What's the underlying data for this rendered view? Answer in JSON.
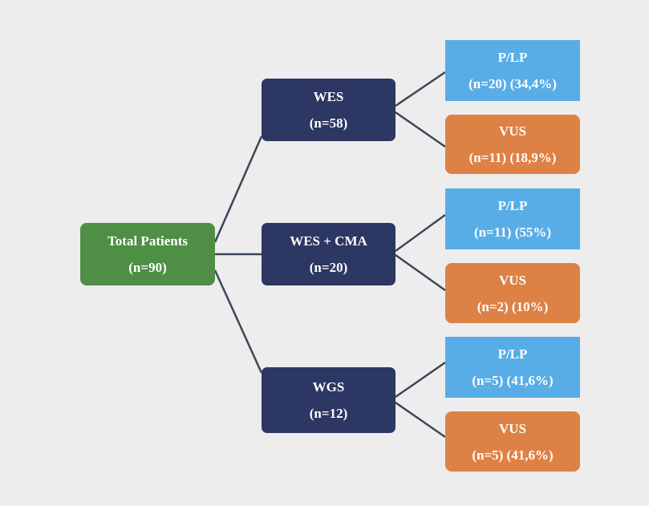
{
  "colors": {
    "background": "#ededee",
    "root": "#4e8f45",
    "method": "#2c3763",
    "plp": "#58ade6",
    "vus": "#de8145",
    "connector": "#3b4658"
  },
  "root": {
    "label": "Total Patients",
    "count": "(n=90)"
  },
  "methods": [
    {
      "label": "WES",
      "count": "(n=58)",
      "results": [
        {
          "kind": "plp",
          "label": "P/LP",
          "detail": "(n=20) (34,4%)"
        },
        {
          "kind": "vus",
          "label": "VUS",
          "detail": "(n=11) (18,9%)"
        }
      ]
    },
    {
      "label": "WES + CMA",
      "count": "(n=20)",
      "results": [
        {
          "kind": "plp",
          "label": "P/LP",
          "detail": "(n=11) (55%)"
        },
        {
          "kind": "vus",
          "label": "VUS",
          "detail": "(n=2) (10%)"
        }
      ]
    },
    {
      "label": "WGS",
      "count": "(n=12)",
      "results": [
        {
          "kind": "plp",
          "label": "P/LP",
          "detail": "(n=5) (41,6%)"
        },
        {
          "kind": "vus",
          "label": "VUS",
          "detail": "(n=5) (41,6%)"
        }
      ]
    }
  ]
}
